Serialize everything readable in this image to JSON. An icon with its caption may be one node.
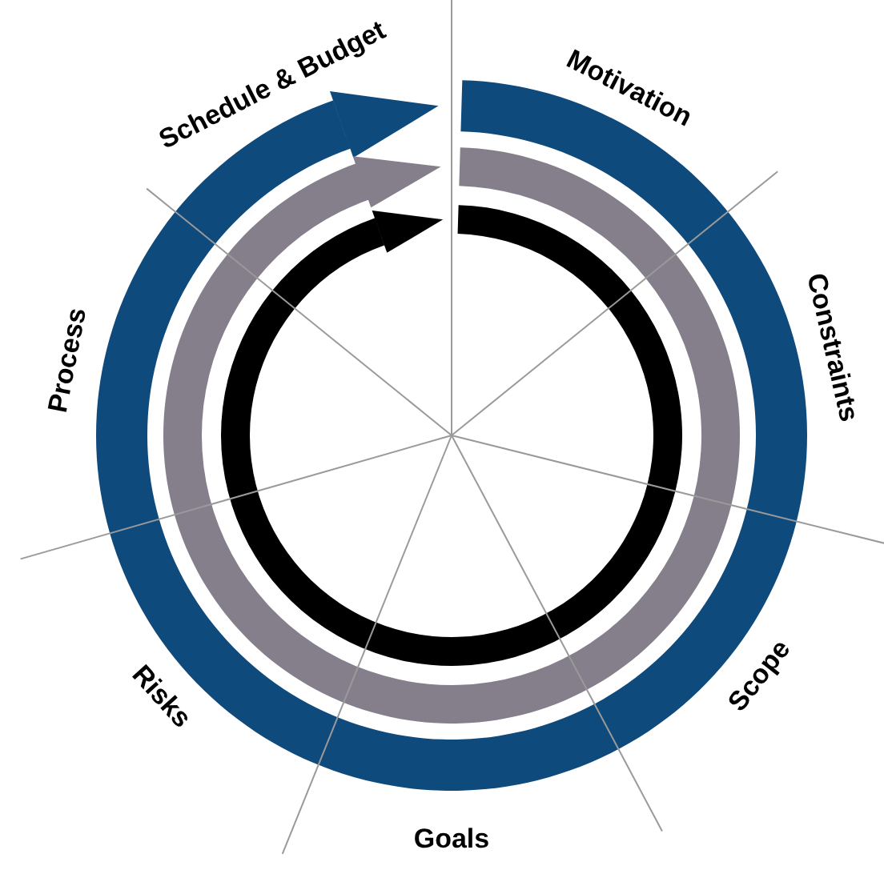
{
  "diagram": {
    "labels": [
      "Motivation",
      "Constraints",
      "Scope",
      "Goals",
      "Risks",
      "Process",
      "Schedule & Budget"
    ]
  }
}
